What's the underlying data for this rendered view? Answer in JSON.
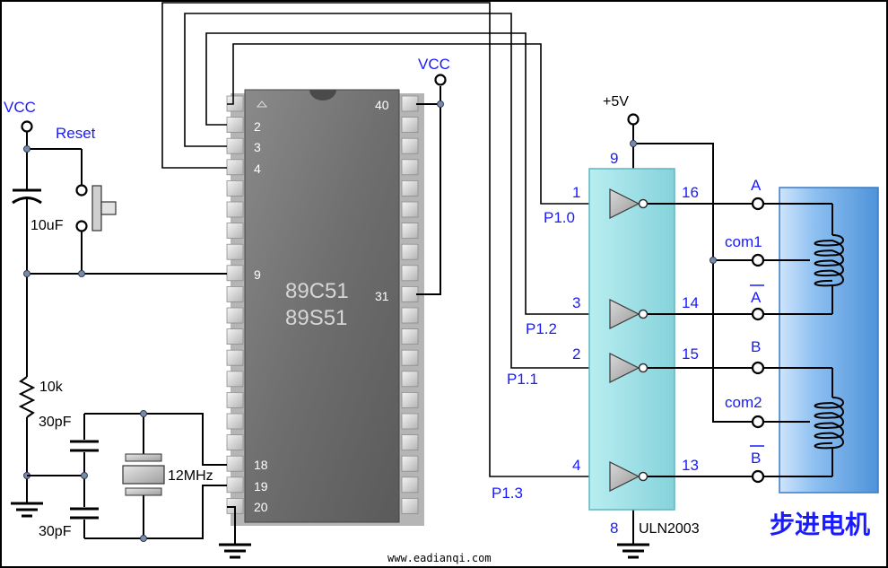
{
  "mcu": {
    "line1": "89C51",
    "line2": "89S51",
    "pin2": "2",
    "pin3": "3",
    "pin4": "4",
    "pin9": "9",
    "pin18": "18",
    "pin19": "19",
    "pin20": "20",
    "pin40": "40",
    "pin31": "31"
  },
  "power": {
    "vcc_left": "VCC",
    "vcc_right": "VCC",
    "plus5v": "+5V"
  },
  "reset": {
    "label": "Reset"
  },
  "components": {
    "cap_reset": "10uF",
    "resistor": "10k",
    "cap_top": "30pF",
    "cap_bottom": "30pF",
    "crystal": "12MHz"
  },
  "driver": {
    "name": "ULN2003",
    "pin9": "9",
    "pin8": "8",
    "inputs": [
      {
        "pin": "1",
        "port": "P1.0"
      },
      {
        "pin": "3",
        "port": "P1.2"
      },
      {
        "pin": "2",
        "port": "P1.1"
      },
      {
        "pin": "4",
        "port": "P1.3"
      }
    ],
    "outputs": [
      "16",
      "14",
      "15",
      "13"
    ]
  },
  "motor": {
    "term_a": "A",
    "term_com1": "com1",
    "term_a_bar": "A",
    "term_b": "B",
    "term_com2": "com2",
    "term_b_bar": "B",
    "title": "步进电机"
  },
  "footer": {
    "url": "www.eadianqi.com"
  }
}
